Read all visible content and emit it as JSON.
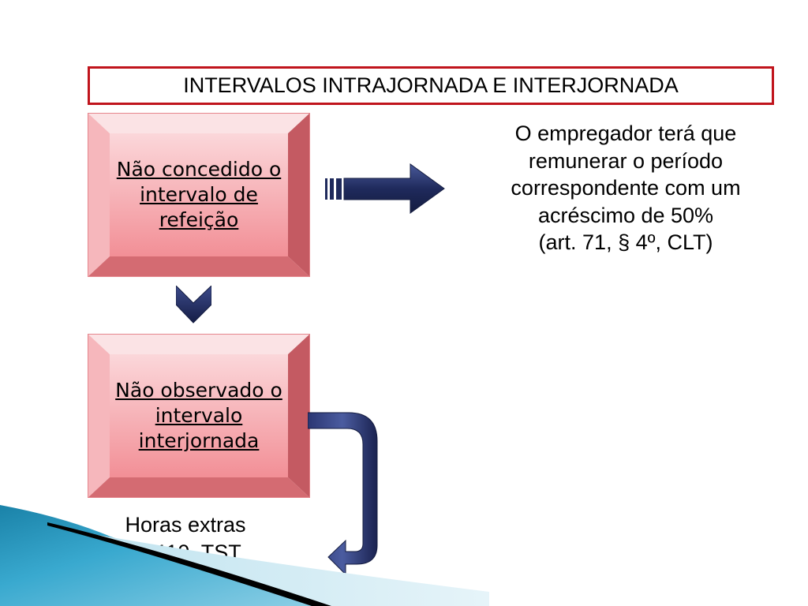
{
  "title": "INTERVALOS INTRAJORNADA E INTERJORNADA",
  "boxes": [
    {
      "label": "Não concedido o intervalo de refeição"
    },
    {
      "label": "Não observado o intervalo interjornada"
    }
  ],
  "consequence": {
    "lines": [
      "O empregador terá que",
      "remunerar o período",
      "correspondente com um",
      "acréscimo de 50%",
      "(art. 71, § 4º, CLT)"
    ]
  },
  "caption": {
    "line1": "Horas extras",
    "line2": "S. 110, TST"
  },
  "colors": {
    "title_border": "#c0141c",
    "box_fill": "#f4a0a6",
    "arrow": "#1f2a5c"
  }
}
